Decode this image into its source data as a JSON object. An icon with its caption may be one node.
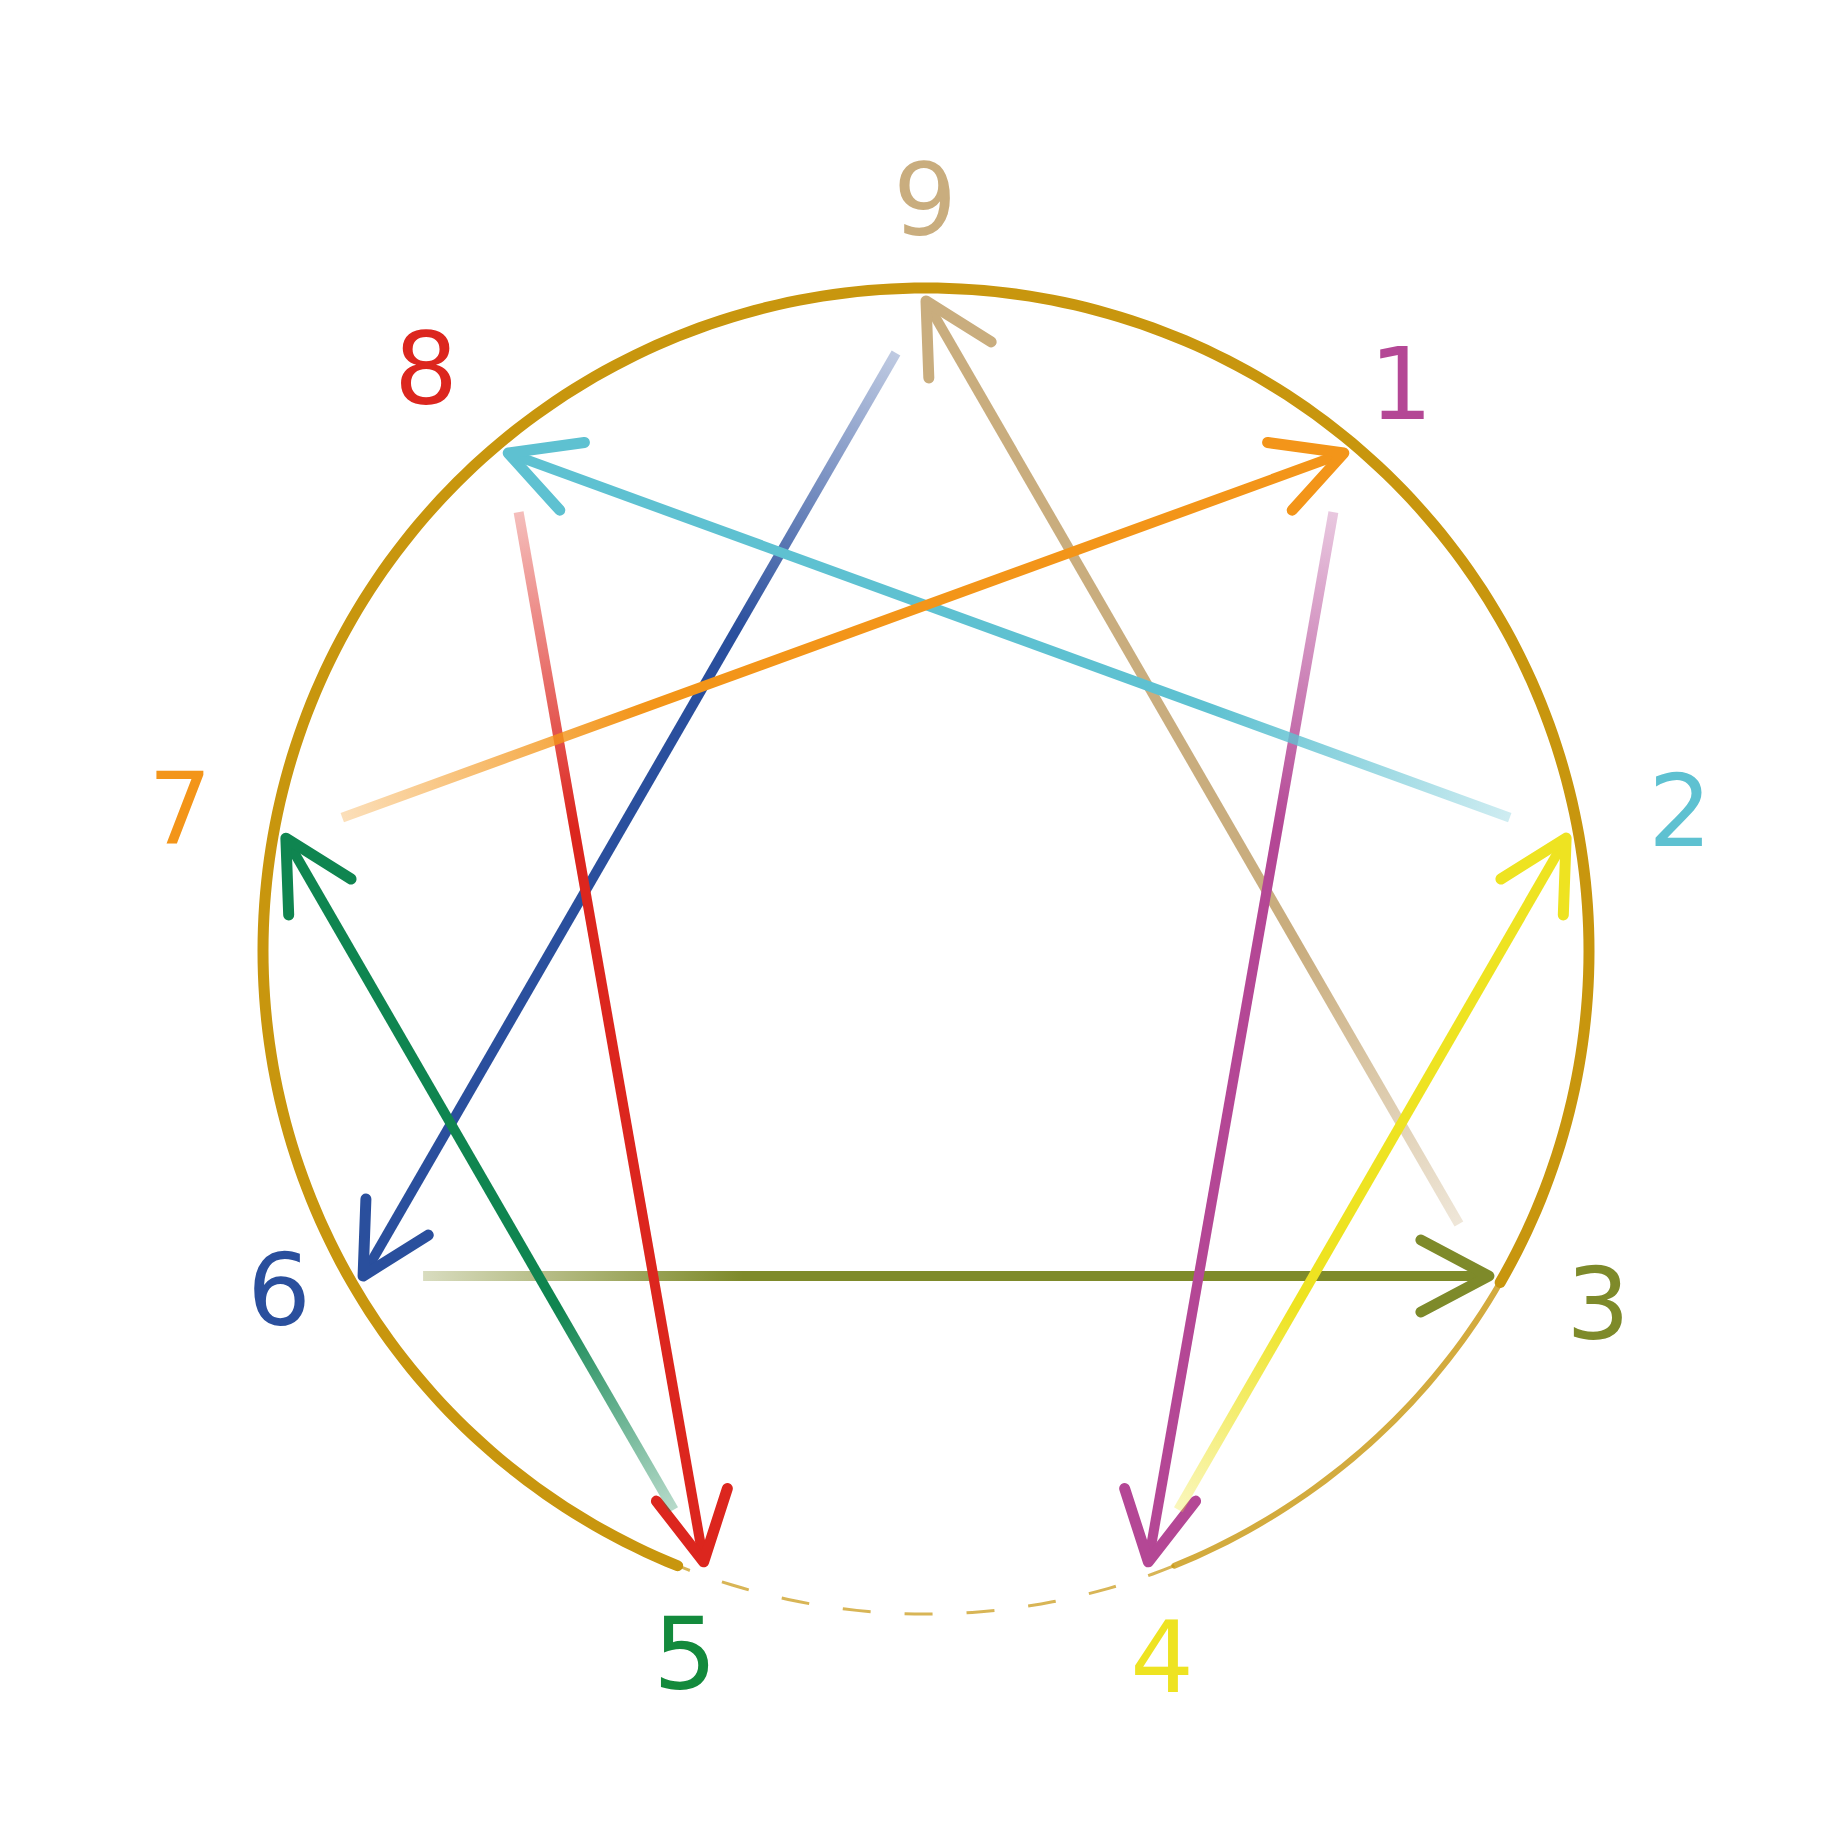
{
  "diagram": {
    "nodes": [
      {
        "text": [
          "9"
        ]
      },
      {
        "text": [
          "8"
        ]
      },
      {
        "text": [
          "1"
        ]
      },
      {
        "text": [
          "7"
        ]
      },
      {
        "text": [
          "2"
        ]
      },
      {
        "text": [
          "6"
        ]
      },
      {
        "text": [
          "3"
        ]
      },
      {
        "text": [
          "5"
        ]
      },
      {
        "text": [
          "4"
        ]
      }
    ],
    "edges": [
      {
        "from": 6,
        "to": 0,
        "arrow": "to",
        "color": "#c9ad7e"
      },
      {
        "from": 0,
        "to": 5,
        "arrow": "to",
        "color": "#2a4f9d"
      },
      {
        "from": 5,
        "to": 6,
        "arrow": "to",
        "color": "#7e8a2a"
      },
      {
        "from": 2,
        "to": 8,
        "arrow": "to",
        "color": "#b44795"
      },
      {
        "from": 8,
        "to": 4,
        "arrow": "to",
        "color": "#eee321"
      },
      {
        "from": 4,
        "to": 1,
        "arrow": "to",
        "color": "#5ec1d1"
      },
      {
        "from": 1,
        "to": 7,
        "arrow": "to",
        "color": "#dc261e"
      },
      {
        "from": 7,
        "to": 3,
        "arrow": "to",
        "color": "#0f8550"
      },
      {
        "from": 3,
        "to": 2,
        "arrow": "to",
        "color": "#f39519"
      }
    ]
  }
}
